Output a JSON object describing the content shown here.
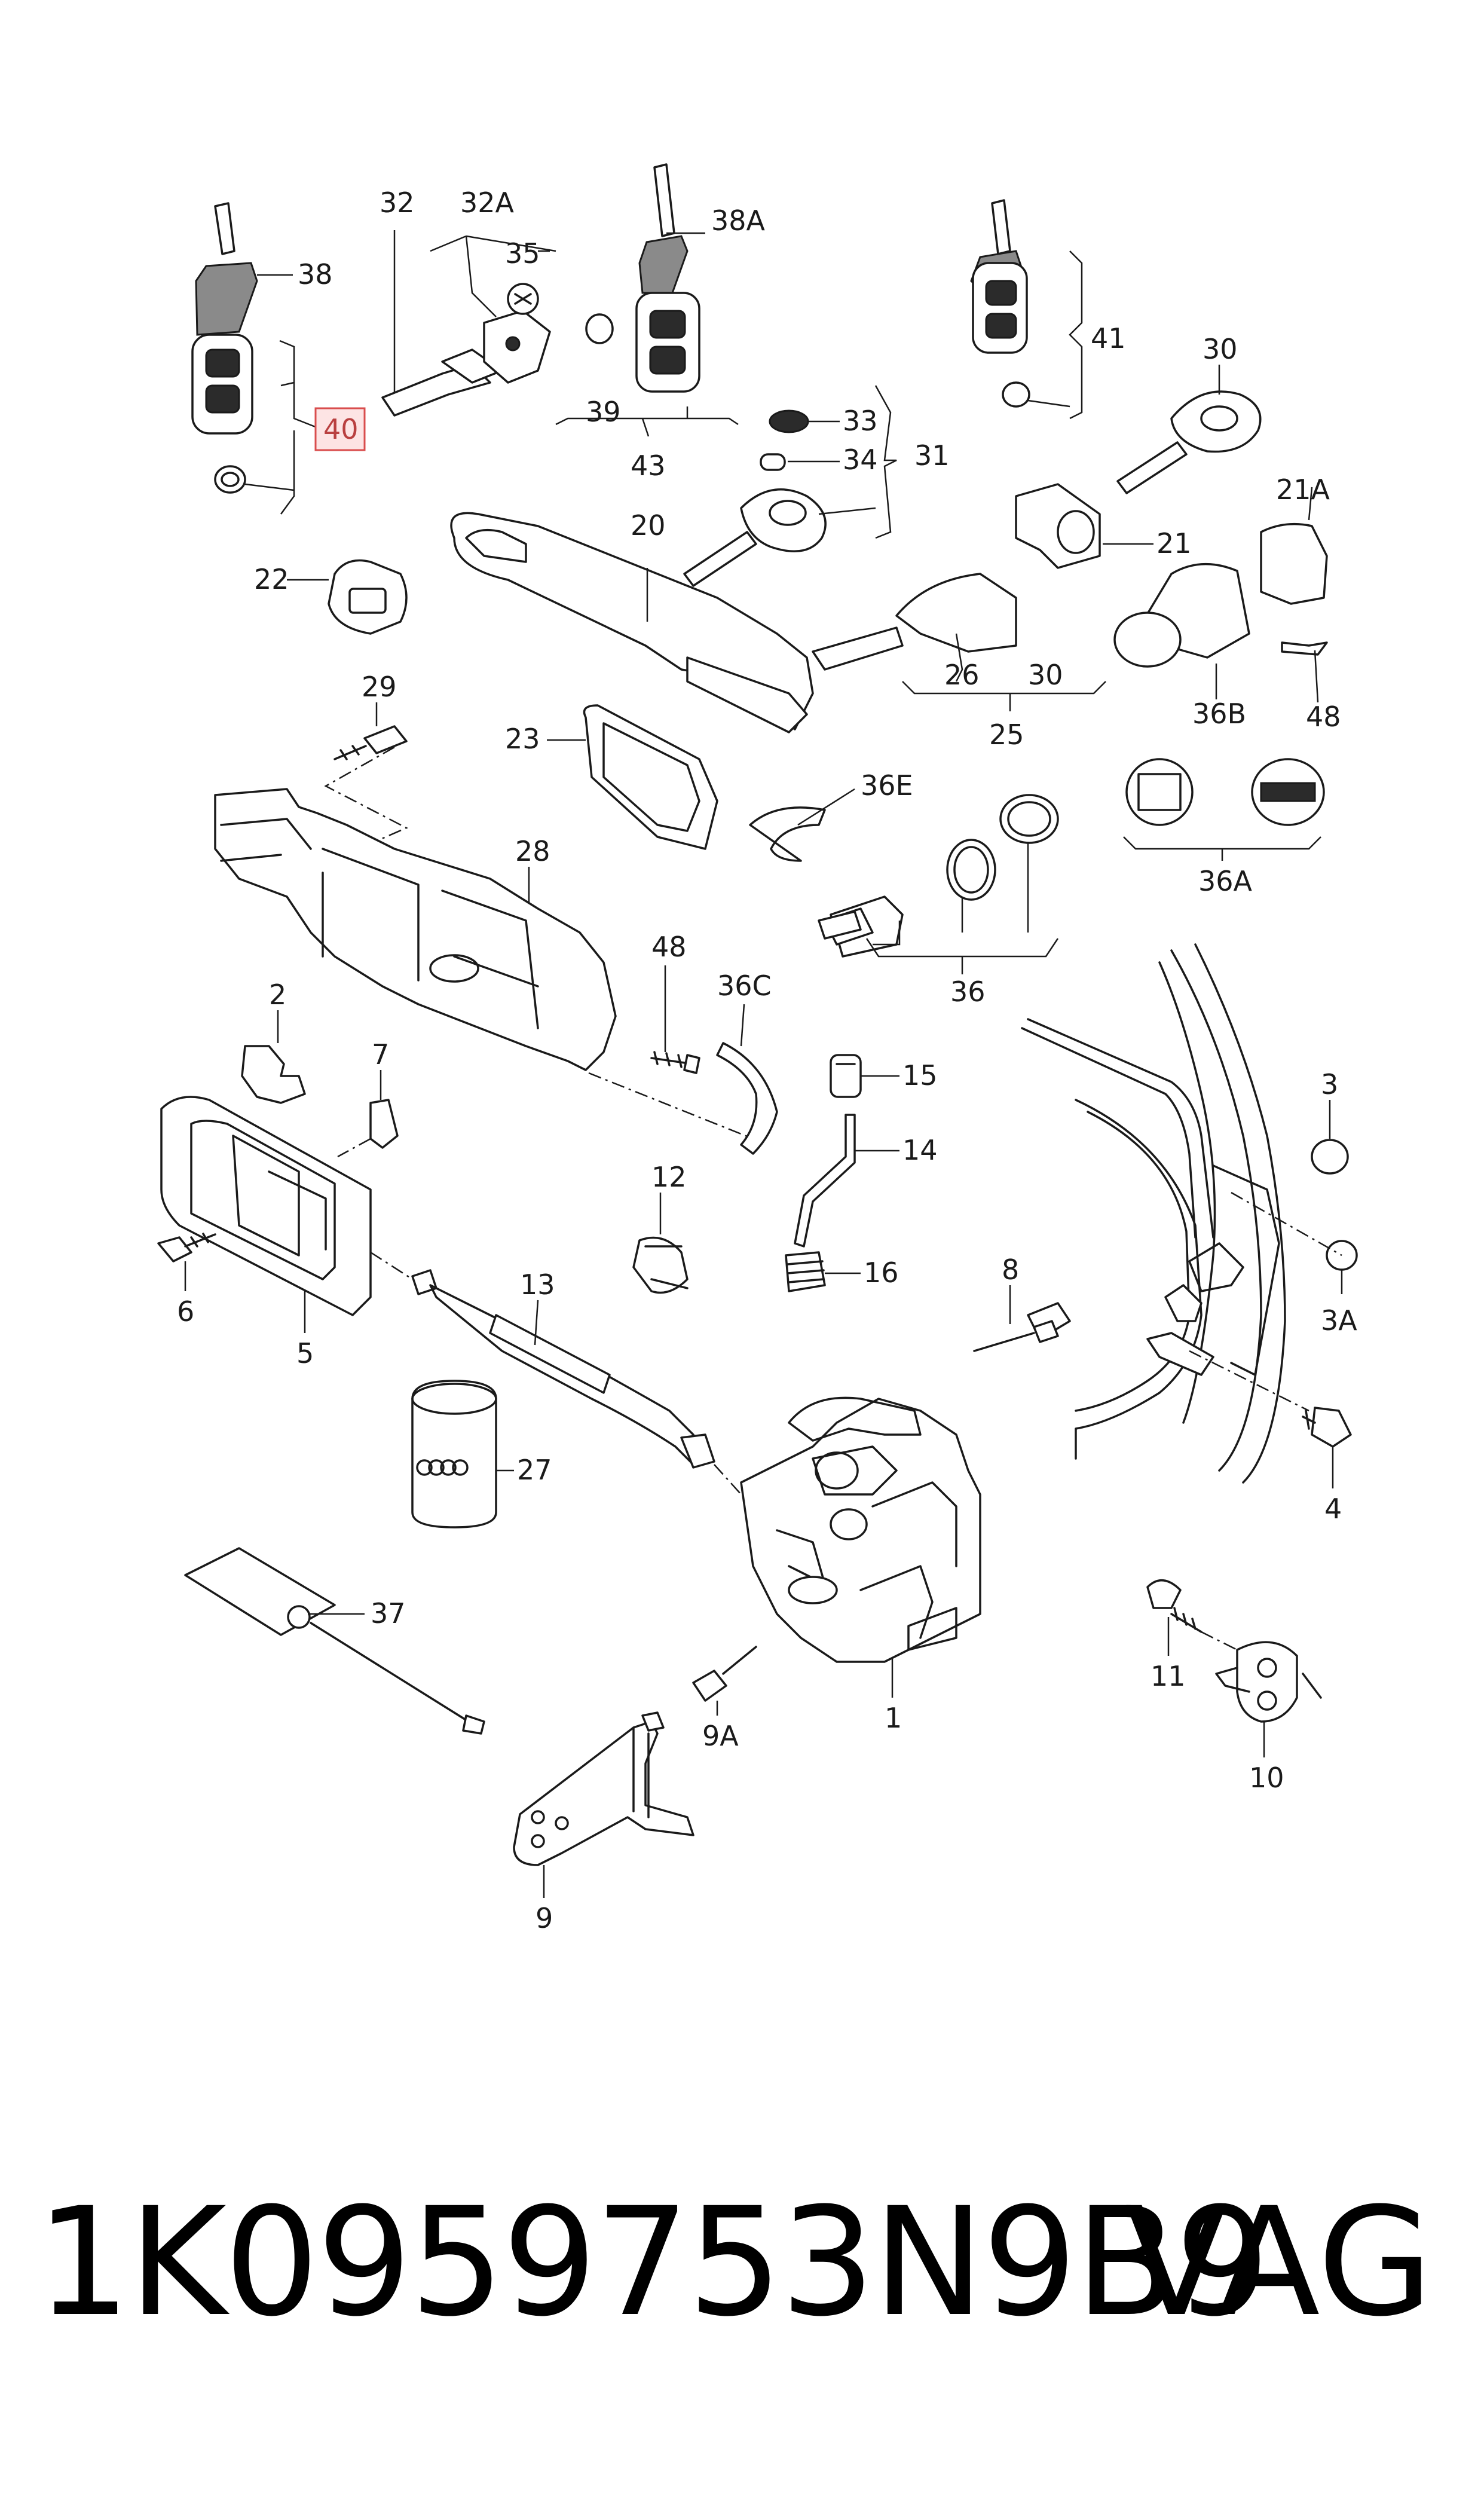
{
  "diagram": {
    "callouts": {
      "c1": "1",
      "c2": "2",
      "c3": "3",
      "c3a": "3A",
      "c4": "4",
      "c5": "5",
      "c6": "6",
      "c7": "7",
      "c8": "8",
      "c9": "9",
      "c9a": "9A",
      "c10": "10",
      "c11": "11",
      "c12": "12",
      "c13": "13",
      "c14": "14",
      "c15": "15",
      "c16": "16",
      "c20": "20",
      "c21": "21",
      "c21a": "21A",
      "c22": "22",
      "c23": "23",
      "c25": "25",
      "c26": "26",
      "c27": "27",
      "c28": "28",
      "c29": "29",
      "c30a": "30",
      "c30b": "30",
      "c31": "31",
      "c32": "32",
      "c32a": "32A",
      "c33": "33",
      "c34": "34",
      "c35": "35",
      "c36": "36",
      "c36a": "36A",
      "c36b": "36B",
      "c36c": "36C",
      "c36e": "36E",
      "c37": "37",
      "c38": "38",
      "c38a": "38A",
      "c39": "39",
      "c40": "40",
      "c41": "41",
      "c43": "43",
      "c48a": "48",
      "c48b": "48"
    },
    "highlighted_callout": "40",
    "highlight_color": "#d94d4d"
  },
  "footer": {
    "part_number": "1K0959753N9B9",
    "brand": "VAG"
  }
}
